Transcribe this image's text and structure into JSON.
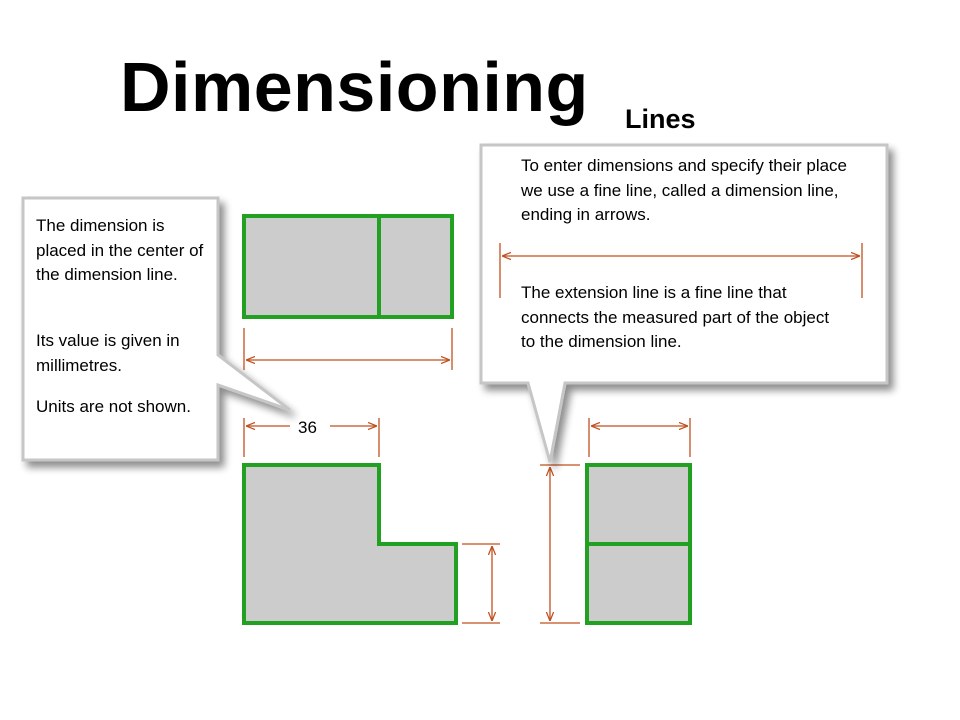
{
  "slide": {
    "title": "Dimensioning",
    "subtitle": "Lines"
  },
  "callout_left": {
    "paragraphs": [
      "The dimension is placed in the center of the dimension line.",
      "Its value is given in millimetres.",
      "Units are not shown."
    ]
  },
  "callout_right": {
    "paragraph_1": "To enter dimensions and specify their place we use a fine line, called a dimension line, ending in arrows.",
    "paragraph_2": "The extension line is a fine line that connects the measured part of the object to the dimension line."
  },
  "drawing": {
    "dimension_value": "36"
  },
  "colors": {
    "outline": "#22a022",
    "fill": "#cccccc",
    "dimension": "#c0501f",
    "callout_border": "#c6c6c6"
  }
}
